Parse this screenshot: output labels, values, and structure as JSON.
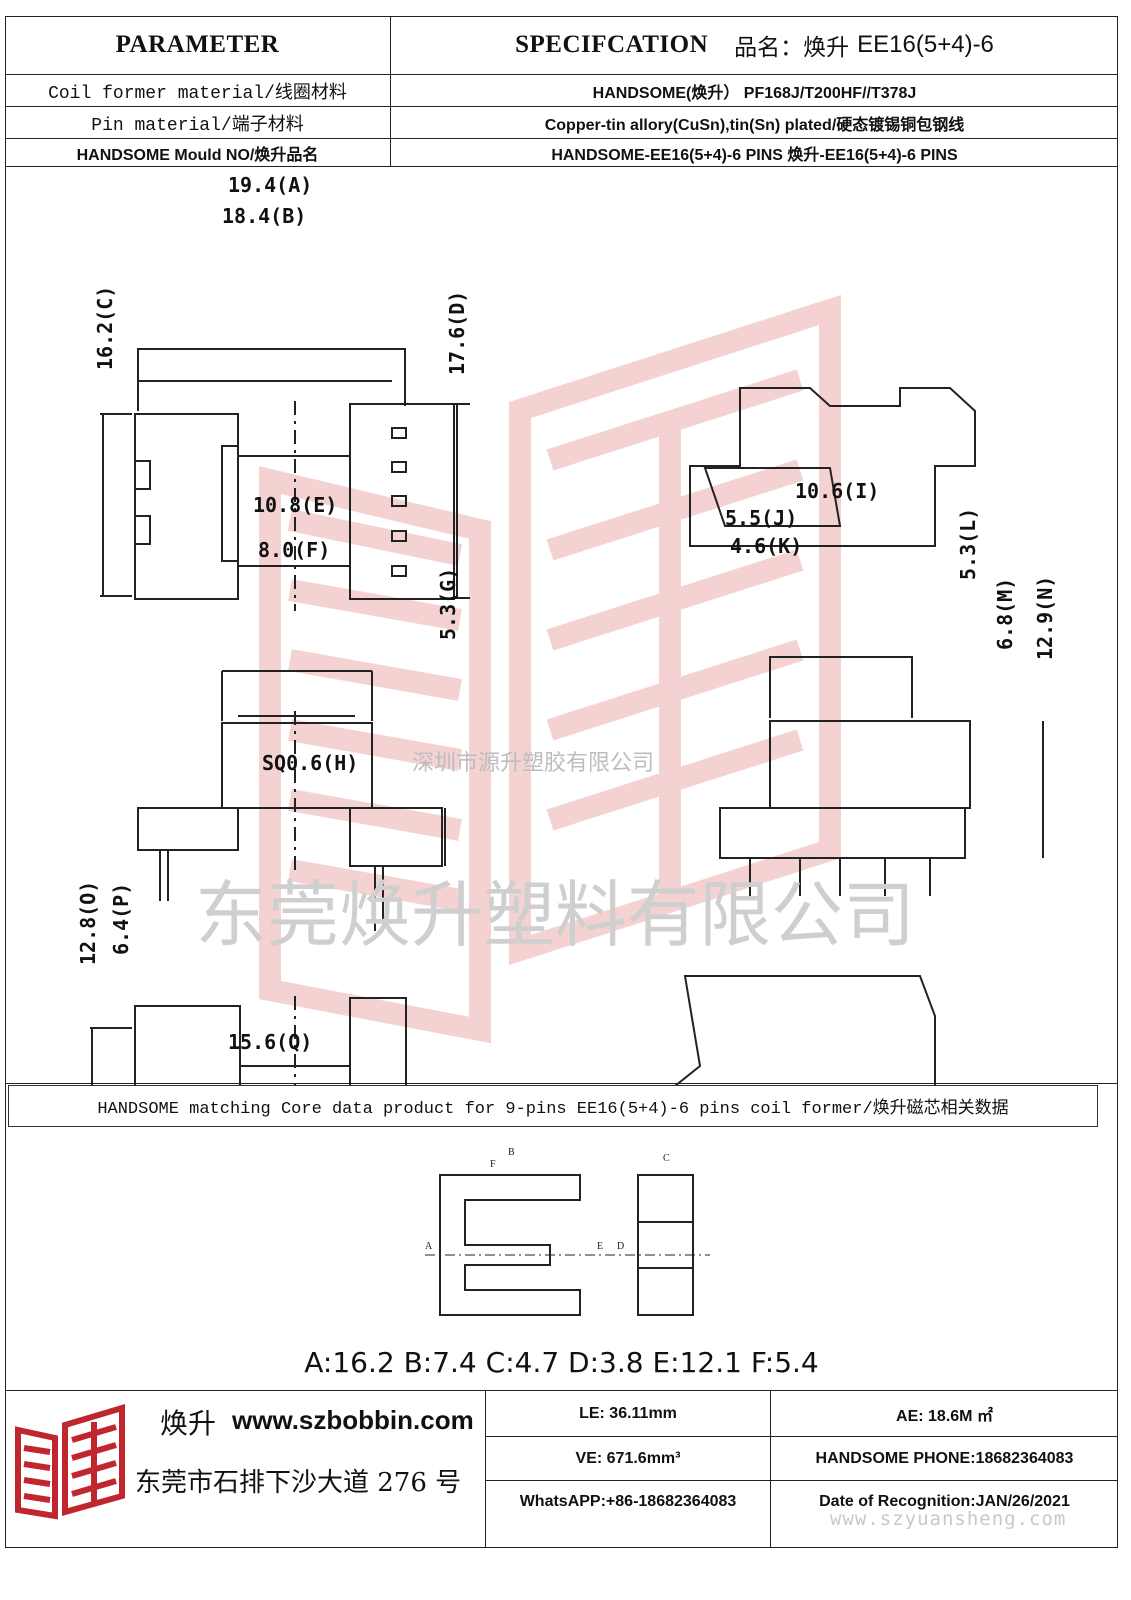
{
  "header": {
    "param_label": "PARAMETER",
    "spec_label": "SPECIFCATION",
    "product_name_label": "品名：",
    "product_name_brand": "焕升",
    "product_name_model": "EE16(5+4)-6"
  },
  "rows": [
    {
      "label": "Coil former material/线圈材料",
      "value": "HANDSOME(焕升）  PF168J/T200HF//T378J"
    },
    {
      "label": "Pin material/端子材料",
      "value": "Copper-tin allory(CuSn),tin(Sn) plated/硬态镀锡铜包钢线"
    },
    {
      "label": "HANDSOME Mould NO/焕升品名",
      "value": "HANDSOME-EE16(5+4)-6 PINS    焕升-EE16(5+4)-6 PINS"
    }
  ],
  "dimensions": {
    "A": "19.4(A)",
    "B": "18.4(B)",
    "C": "16.2(C)",
    "D": "17.6(D)",
    "E": "10.8(E)",
    "F": "8.0(F)",
    "G": "5.3(G)",
    "H": "SQ0.6(H)",
    "I": "10.6(I)",
    "J": "5.5(J)",
    "K": "4.6(K)",
    "L": "5.3(L)",
    "M": "6.8(M)",
    "N": "12.9(N)",
    "O": "12.8(O)",
    "P": "6.4(P)",
    "Q": "15.6(Q)"
  },
  "watermarks": {
    "small": "深圳市源升塑胶有限公司",
    "large": "东莞焕升塑料有限公司"
  },
  "core_section": {
    "title": "HANDSOME matching Core data  product for 9-pins EE16(5+4)-6 pins coil former/焕升磁芯相关数据",
    "core_letters": {
      "a": "A",
      "b": "B",
      "c": "C",
      "d": "D",
      "e": "E",
      "f": "F"
    },
    "values": "A:16.2 B:7.4 C:4.7 D:3.8 E:12.1 F:5.4"
  },
  "footer": {
    "brand": "焕升",
    "website": "www.szbobbin.com",
    "address": "东莞市石排下沙大道 276 号",
    "le": "LE:    36.11mm",
    "ae": "AE: 18.6M ㎡",
    "ve": "VE:    671.6mm³",
    "phone": "HANDSOME PHONE:18682364083",
    "whatsapp": "WhatsAPP:+86-18682364083",
    "date": "Date of Recognition:JAN/26/2021",
    "site_watermark": "www.szyuansheng.com"
  },
  "colors": {
    "logo_red": "#c0262d",
    "line": "#222222",
    "watermark_red": "#f2c9c9"
  }
}
